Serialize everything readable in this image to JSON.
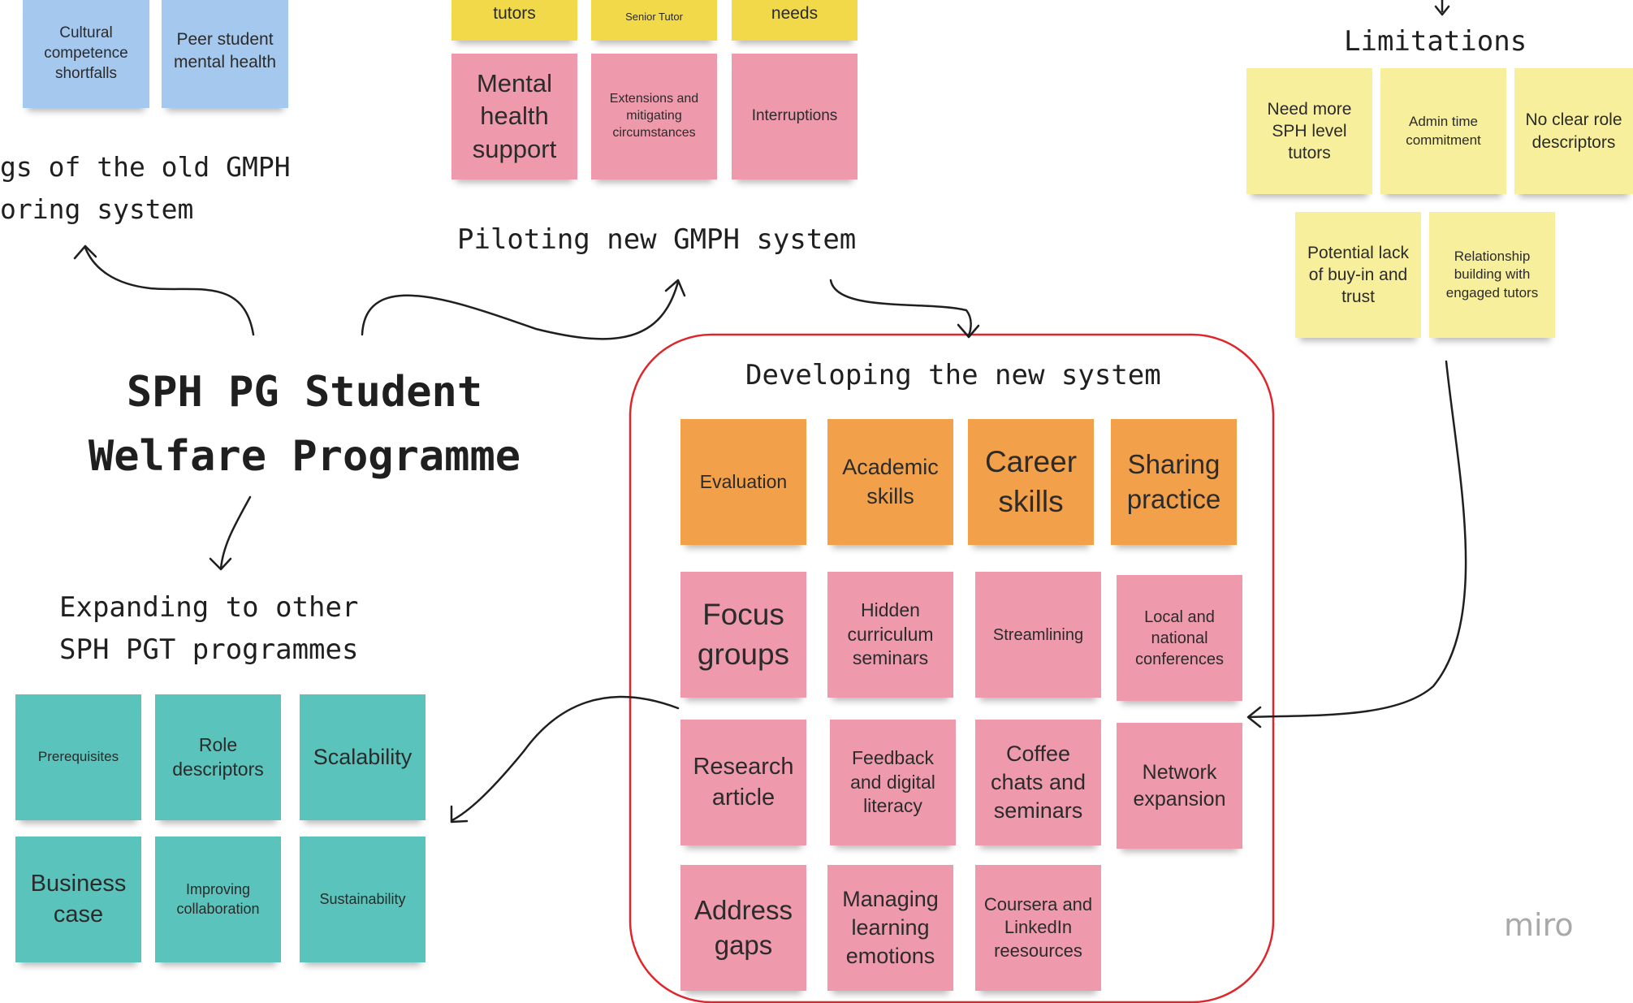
{
  "headings": {
    "old_system_line1": "gs of the old GMPH",
    "old_system_line2": "oring system",
    "pilot": "Piloting new GMPH system",
    "limitations": "Limitations",
    "developing": "Developing the new system",
    "expanding_line1": "Expanding to other",
    "expanding_line2": "SPH PGT programmes",
    "main_title_line1": "SPH PG Student",
    "main_title_line2": "Welfare Programme"
  },
  "old_system_notes": [
    "Cultural competence shortfalls",
    "Peer student mental health"
  ],
  "pilot_notes_top": [
    "tutors",
    "Senior Tutor",
    "needs"
  ],
  "pilot_notes_bottom": [
    "Mental health support",
    "Extensions and mitigating circumstances",
    "Interruptions"
  ],
  "limitations_notes": [
    "Need more SPH level tutors",
    "Admin time commitment",
    "No clear role descriptors",
    "Potential lack of buy-in and trust",
    "Relationship building with engaged tutors"
  ],
  "developing_notes_orange": [
    "Evaluation",
    "Academic skills",
    "Career skills",
    "Sharing practice"
  ],
  "developing_notes_pink": [
    "Focus groups",
    "Hidden curriculum seminars",
    "Streamlining",
    "Local and national conferences",
    "Research article",
    "Feedback and digital literacy",
    "Coffee chats and seminars",
    "Network expansion",
    "Address gaps",
    "Managing learning emotions",
    "Coursera and LinkedIn reesources"
  ],
  "expanding_notes": [
    "Prerequisites",
    "Role descriptors",
    "Scalability",
    "Business case",
    "Improving collaboration",
    "Sustainability"
  ],
  "logo": "miro",
  "colors": {
    "blue_note": "#a5c8ef",
    "yellow_note": "#f2d94a",
    "pink_note": "#ee9aac",
    "light_yellow_note": "#f7ef9c",
    "orange_note": "#f3a04a",
    "teal_note": "#5ac3bb",
    "frame_border": "#e0262b"
  }
}
